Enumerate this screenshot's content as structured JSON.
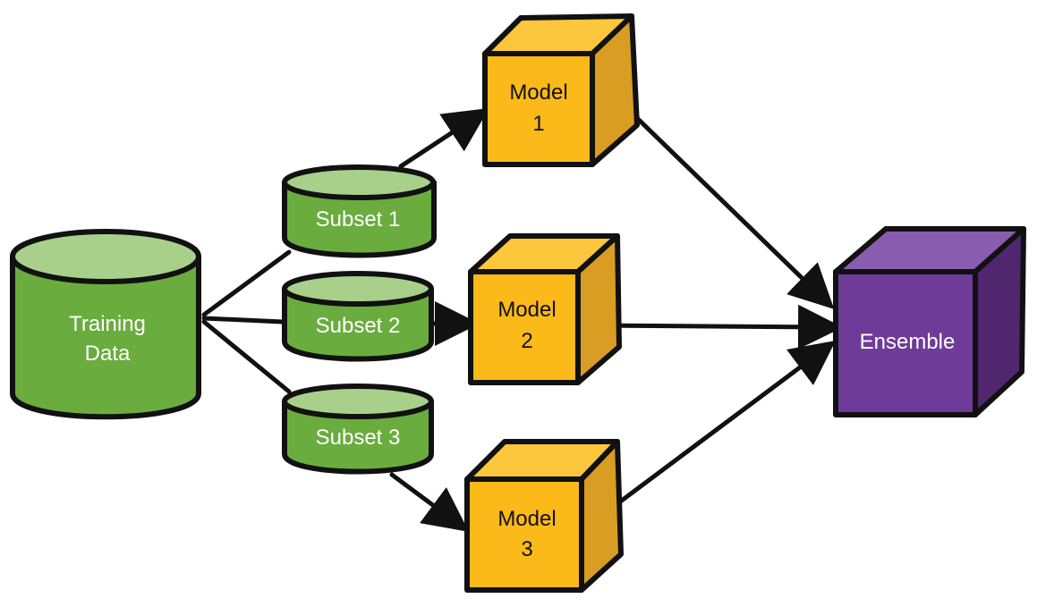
{
  "nodes": {
    "training": {
      "line1": "Training",
      "line2": "Data",
      "color": "#6aac3e"
    },
    "subset1": {
      "label": "Subset 1",
      "color": "#6aac3e"
    },
    "subset2": {
      "label": "Subset 2",
      "color": "#6aac3e"
    },
    "subset3": {
      "label": "Subset 3",
      "color": "#6aac3e"
    },
    "model1": {
      "line1": "Model",
      "line2": "1",
      "color": "#fbb91a"
    },
    "model2": {
      "line1": "Model",
      "line2": "2",
      "color": "#fbb91a"
    },
    "model3": {
      "line1": "Model",
      "line2": "3",
      "color": "#fbb91a"
    },
    "ensemble": {
      "label": "Ensemble",
      "color": "#6f3b98"
    }
  },
  "edges": [
    {
      "from": "training",
      "to": "subset1"
    },
    {
      "from": "training",
      "to": "subset2"
    },
    {
      "from": "training",
      "to": "subset3"
    },
    {
      "from": "subset1",
      "to": "model1"
    },
    {
      "from": "subset2",
      "to": "model2"
    },
    {
      "from": "subset3",
      "to": "model3"
    },
    {
      "from": "model1",
      "to": "ensemble"
    },
    {
      "from": "model2",
      "to": "ensemble"
    },
    {
      "from": "model3",
      "to": "ensemble"
    }
  ]
}
